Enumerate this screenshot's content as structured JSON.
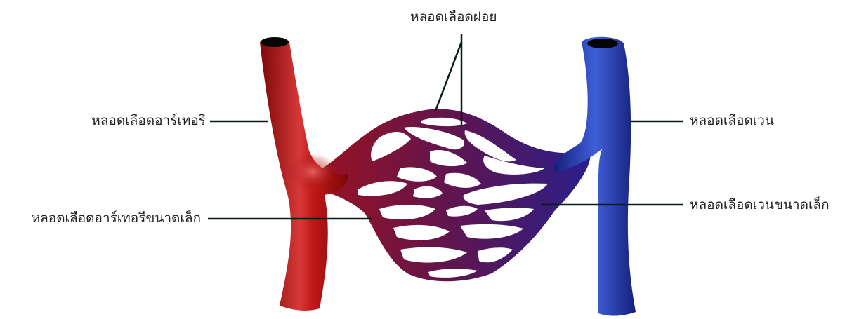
{
  "labels": {
    "capillary": "หลอดเลือดฝอย",
    "artery": "หลอดเลือดอาร์เทอรี",
    "arteriole": "หลอดเลือดอาร์เทอรีขนาดเล็ก",
    "vein": "หลอดเลือดเวน",
    "venule": "หลอดเลือดเวนขนาดเล็ก"
  },
  "colors": {
    "artery": "#b01010",
    "artery_highlight": "#e85555",
    "vein": "#1c2fa0",
    "vein_highlight": "#4f6fe0",
    "capillary_mid": "#6a1a4a",
    "leader_line": "#0a1a1a",
    "lumen": "#050505"
  }
}
